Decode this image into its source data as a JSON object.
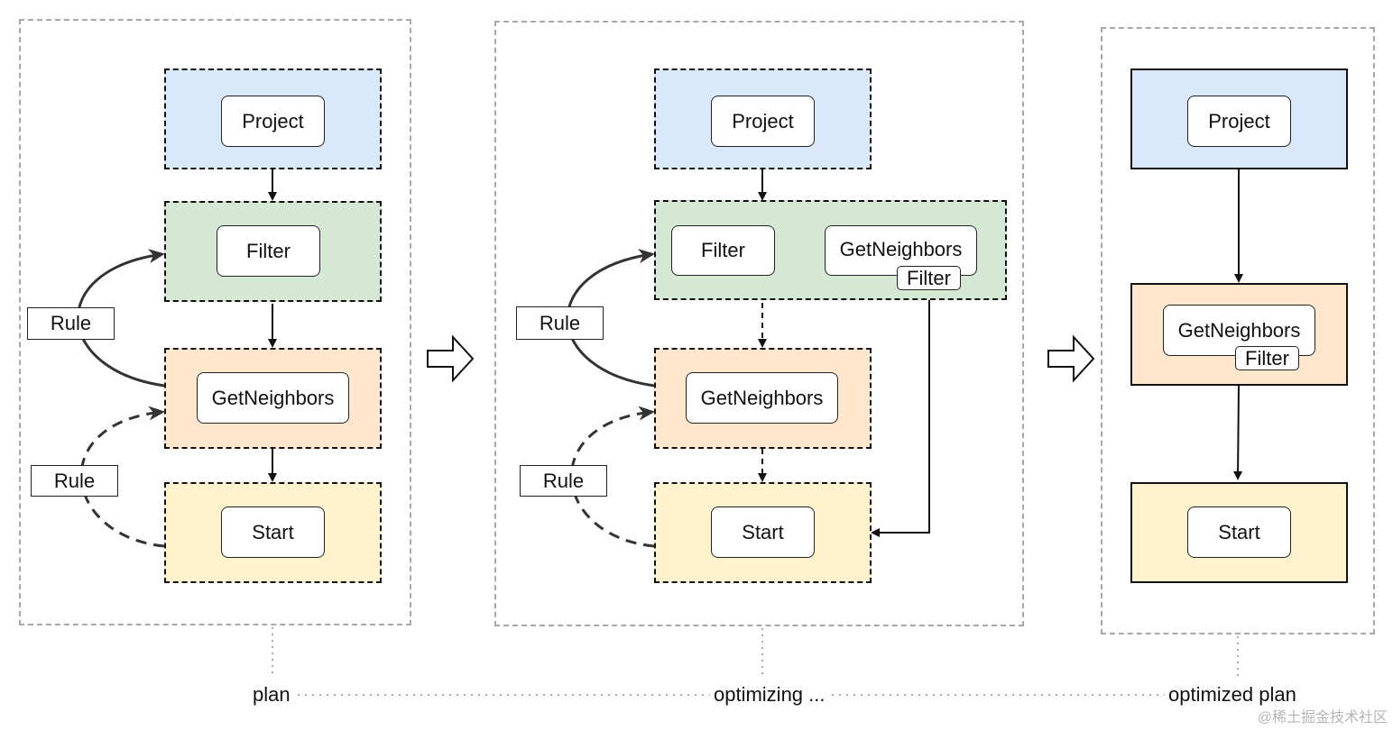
{
  "panels": {
    "plan": {
      "project_label": "Project",
      "filter_label": "Filter",
      "getneighbors_label": "GetNeighbors",
      "start_label": "Start",
      "rule_top": "Rule",
      "rule_bottom": "Rule"
    },
    "optimizing": {
      "project_label": "Project",
      "filter_label": "Filter",
      "getneighbors_filter_label": "GetNeighbors",
      "filter_tag": "Filter",
      "getneighbors_label": "GetNeighbors",
      "start_label": "Start",
      "rule_top": "Rule",
      "rule_bottom": "Rule"
    },
    "optimized": {
      "project_label": "Project",
      "getneighbors_label": "GetNeighbors",
      "filter_tag": "Filter",
      "start_label": "Start"
    }
  },
  "captions": {
    "plan": "plan",
    "optimizing": "optimizing ...",
    "optimized": "optimized plan"
  },
  "watermark": "@稀土掘金技术社区",
  "colors": {
    "project_fill": "#dae8fc",
    "project_border": "#6c8ebf",
    "filter_fill": "#d5e8d4",
    "filter_border": "#82b366",
    "getneighbors_fill": "#ffe6cc",
    "getneighbors_border": "#d79b00",
    "start_fill": "#fff2cc",
    "start_border": "#d6b656"
  }
}
